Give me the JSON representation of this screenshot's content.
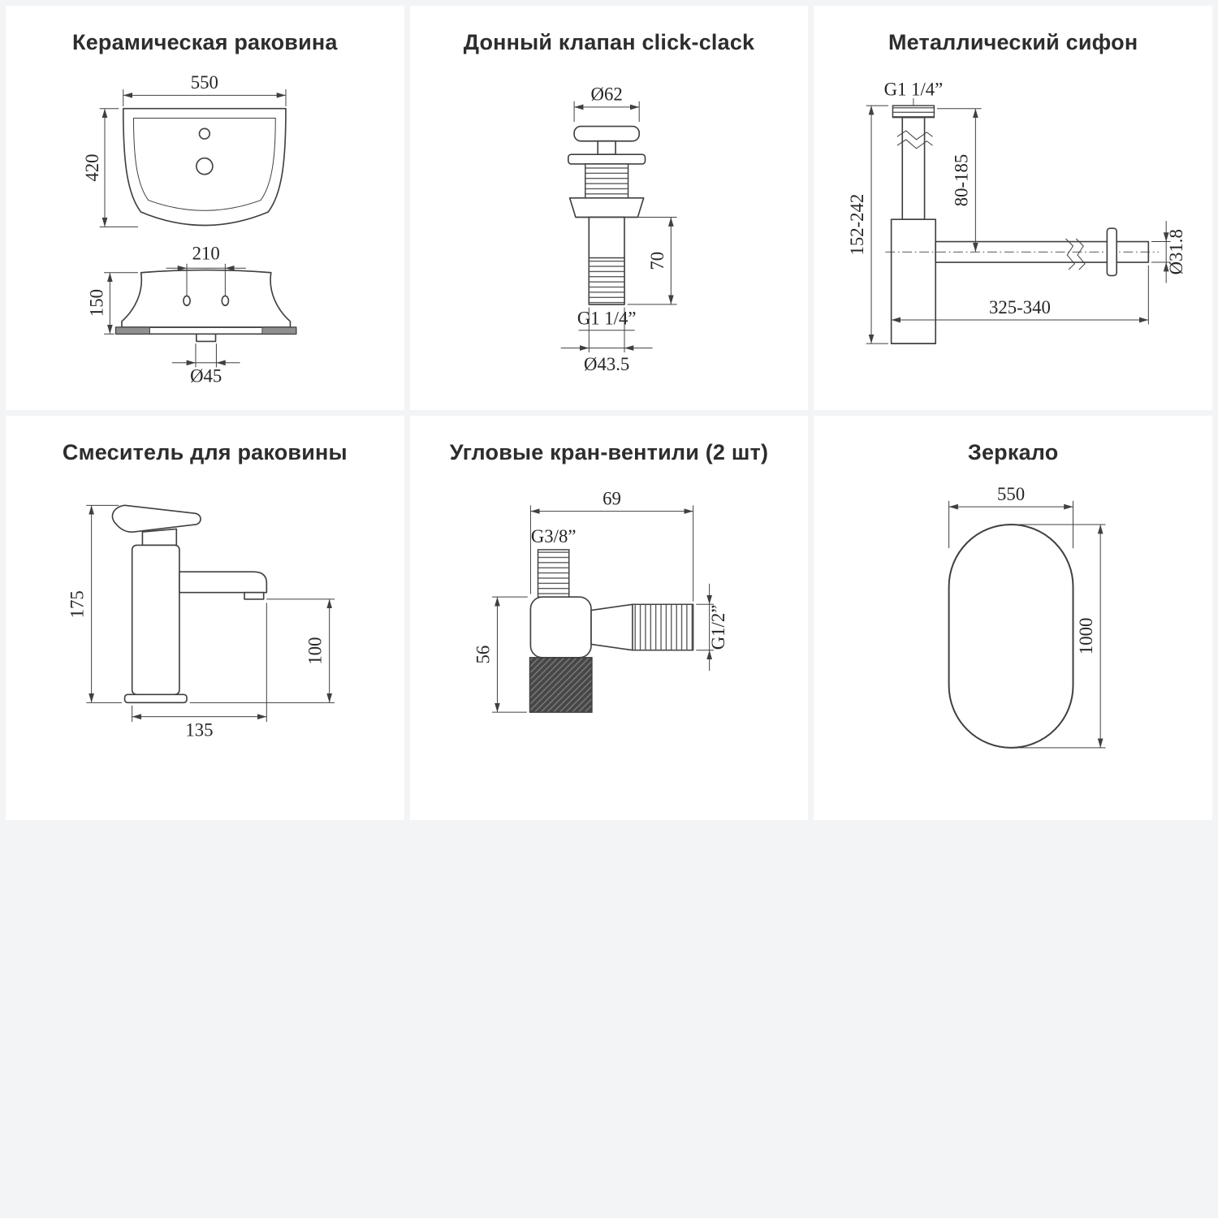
{
  "page": {
    "background_color": "#f3f4f5",
    "card_background": "#ffffff",
    "line_color": "#404040"
  },
  "cards": [
    {
      "id": "sink",
      "title": "Керамическая раковина",
      "dims": {
        "width": "550",
        "height": "420",
        "hole_spacing": "210",
        "side_height": "150",
        "drain_diameter": "Ø45"
      }
    },
    {
      "id": "drain-valve",
      "title": "Донный клапан click-clack",
      "dims": {
        "cap_diameter": "Ø62",
        "body_height": "70",
        "thread": "G1 1/4”",
        "body_diameter": "Ø43.5"
      }
    },
    {
      "id": "siphon",
      "title": "Металлический сифон",
      "dims": {
        "thread": "G1 1/4”",
        "inlet_range": "80-185",
        "height_range": "152-242",
        "pipe_diameter": "Ø31.8",
        "length_range": "325-340"
      }
    },
    {
      "id": "mixer",
      "title": "Смеситель для раковины",
      "dims": {
        "total_height": "175",
        "spout_height": "100",
        "spout_reach": "135"
      }
    },
    {
      "id": "angle-valves",
      "title": "Угловые кран-вентили (2 шт)",
      "dims": {
        "width": "69",
        "inlet_thread": "G3/8”",
        "outlet_thread": "G1/2”",
        "height": "56"
      }
    },
    {
      "id": "mirror",
      "title": "Зеркало",
      "dims": {
        "width": "550",
        "height": "1000"
      }
    }
  ]
}
